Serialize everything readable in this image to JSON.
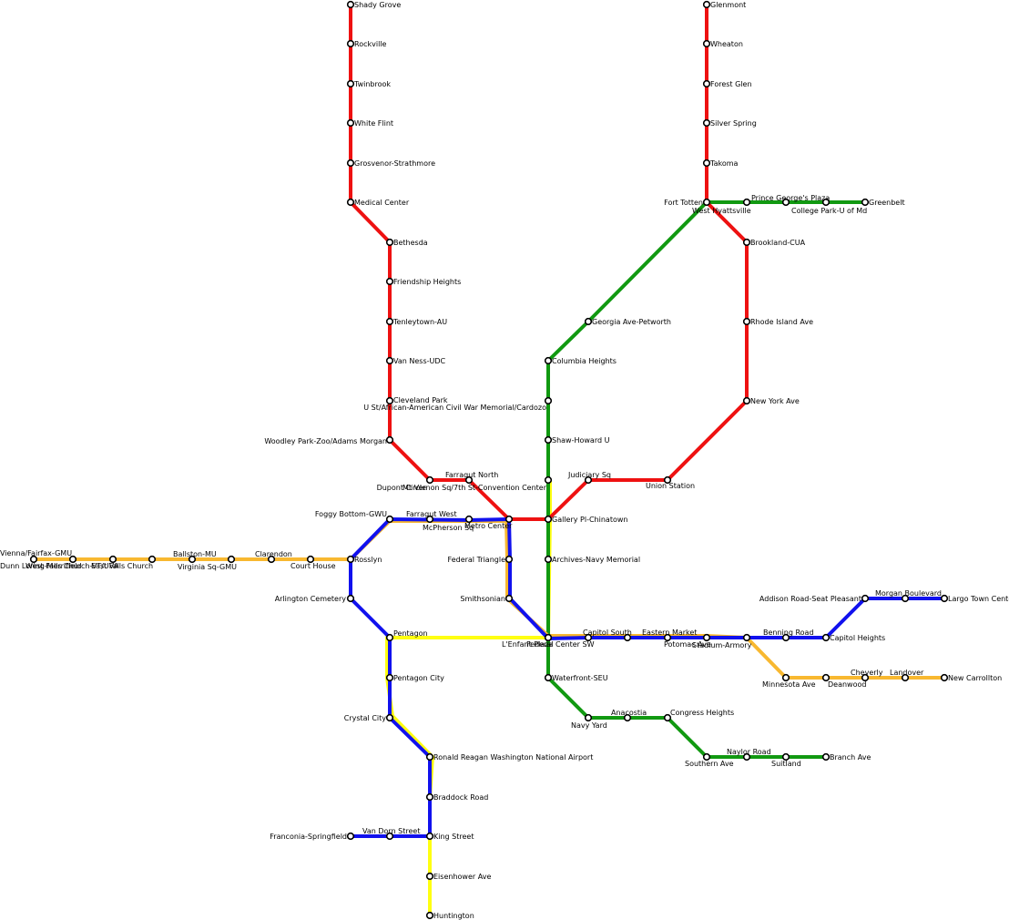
{
  "map": {
    "colors": {
      "red": "#ee1111",
      "green": "#119911",
      "orange": "#f8b830",
      "blue": "#1111ee",
      "yellow": "#ffff11"
    },
    "stations": {
      "shady_grove": "Shady Grove",
      "rockville": "Rockville",
      "twinbrook": "Twinbrook",
      "white_flint": "White Flint",
      "grosvenor": "Grosvenor-Strathmore",
      "medical_center": "Medical Center",
      "bethesda": "Bethesda",
      "friendship_heights": "Friendship Heights",
      "tenleytown": "Tenleytown-AU",
      "van_ness": "Van Ness-UDC",
      "cleveland_park": "Cleveland Park",
      "woodley_park": "Woodley Park-Zoo/Adams Morgan",
      "dupont_circle": "Dupont Circle",
      "farragut_north": "Farragut North",
      "metro_center": "Metro Center",
      "gallery_place": "Gallery Pl-Chinatown",
      "judiciary_sq": "Judiciary Sq",
      "union_station": "Union Station",
      "new_york_ave": "New York Ave",
      "rhode_island_ave": "Rhode Island Ave",
      "brookland": "Brookland-CUA",
      "fort_totten": "Fort Totten",
      "takoma": "Takoma",
      "silver_spring": "Silver Spring",
      "forest_glen": "Forest Glen",
      "wheaton": "Wheaton",
      "glenmont": "Glenmont",
      "west_hyattsville": "West Hyattsville",
      "prince_georges_plaza": "Prince George's Plaza",
      "college_park": "College Park-U of Md",
      "greenbelt": "Greenbelt",
      "georgia_ave": "Georgia Ave-Petworth",
      "columbia_heights": "Columbia Heights",
      "u_street": "U St/African-American Civil War Memorial/Cardozo",
      "shaw_howard": "Shaw-Howard U",
      "mt_vernon": "Mt Vernon Sq/7th St-Convention Center",
      "archives": "Archives-Navy Memorial",
      "lenfant": "L'Enfant Plaza",
      "waterfront": "Waterfront-SEU",
      "navy_yard": "Navy Yard",
      "anacostia": "Anacostia",
      "congress_heights": "Congress Heights",
      "southern_ave": "Southern Ave",
      "naylor_road": "Naylor Road",
      "suitland": "Suitland",
      "branch_ave": "Branch Ave",
      "vienna": "Vienna/Fairfax-GMU",
      "dunn_loring": "Dunn Loring-Merrifield",
      "west_falls_church": "West Falls Church-VT/UVA",
      "east_falls_church": "East Falls Church",
      "ballston": "Ballston-MU",
      "virginia_sq": "Virginia Sq-GMU",
      "clarendon": "Clarendon",
      "court_house": "Court House",
      "rosslyn": "Rosslyn",
      "foggy_bottom": "Foggy Bottom-GWU",
      "farragut_west": "Farragut West",
      "mcpherson_sq": "McPherson Sq",
      "federal_triangle": "Federal Triangle",
      "smithsonian": "Smithsonian",
      "federal_center_sw": "Federal Center SW",
      "capitol_south": "Capitol South",
      "eastern_market": "Eastern Market",
      "potomac_ave": "Potomac Ave",
      "stadium_armory": "Stadium-Armory",
      "benning_road": "Benning Road",
      "capitol_heights": "Capitol Heights",
      "addison_road": "Addison Road-Seat Pleasant",
      "morgan_boulevard": "Morgan Boulevard",
      "largo": "Largo Town Center",
      "minnesota_ave": "Minnesota Ave",
      "deanwood": "Deanwood",
      "cheverly": "Cheverly",
      "landover": "Landover",
      "new_carrollton": "New Carrollton",
      "arlington_cemetery": "Arlington Cemetery",
      "pentagon": "Pentagon",
      "pentagon_city": "Pentagon City",
      "crystal_city": "Crystal City",
      "reagan_airport": "Ronald Reagan Washington National Airport",
      "braddock_road": "Braddock Road",
      "king_street": "King Street",
      "van_dorn": "Van Dorn Street",
      "franconia": "Franconia-Springfield",
      "eisenhower_ave": "Eisenhower Ave",
      "huntington": "Huntington"
    }
  }
}
